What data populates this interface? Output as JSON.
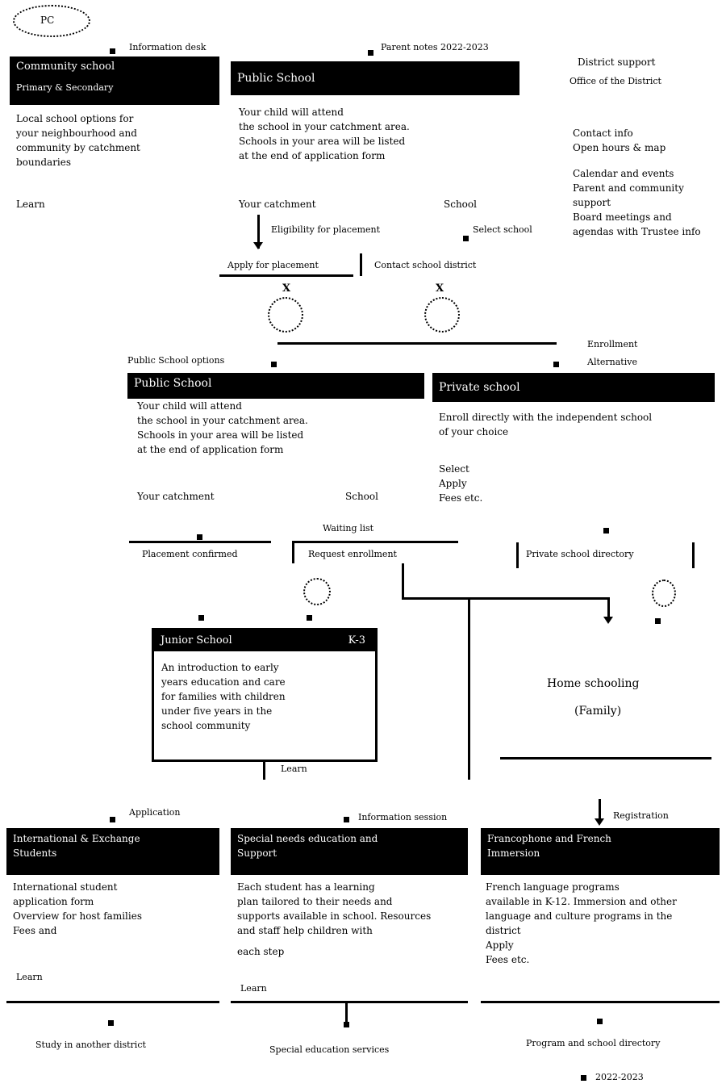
{
  "logo": {
    "text": "PC"
  },
  "top_notes": {
    "left": "Information desk",
    "right": "Parent notes 2022-2023"
  },
  "left_panel": {
    "header": "Community school",
    "subheader": "Primary & Secondary",
    "body": [
      "Local school options for",
      "your neighbourhood and",
      "community by catchment",
      "boundaries"
    ],
    "footer": "Learn"
  },
  "top_center": {
    "header": "Public School",
    "body": [
      "Your child will attend",
      "the school in your catchment area.",
      "Schools in your area will be listed",
      "at the end of application form"
    ],
    "left_label": "Your catchment",
    "right_label": "School",
    "arrow_label": "Eligibility for placement",
    "side_label": "Select school",
    "bar_left": "Apply for placement",
    "bar_right": "Contact school district"
  },
  "right_panel": {
    "title": "District support",
    "subtitle": "Office of the District",
    "lines": [
      "Contact info",
      "Open hours & map",
      "Calendar and events",
      "Parent and community",
      "support",
      "Board meetings and",
      "agendas with Trustee info"
    ]
  },
  "mid_row": {
    "left_caption": "Public School options",
    "right_caption": "Enrollment",
    "right_caption2": "Alternative",
    "left_box": {
      "header": "Public School",
      "body": [
        "Your child will attend",
        "the school in your catchment area.",
        "Schools in your area will be listed",
        "at the end of application form"
      ],
      "left_label": "Your catchment",
      "right_label": "School"
    },
    "right_box": {
      "header": "Private school",
      "body": [
        "Enroll directly with the independent school",
        "of your choice"
      ],
      "items": [
        "Select",
        "Apply",
        "Fees etc."
      ]
    },
    "bar_left": "Placement confirmed",
    "bar_center": "Request enrollment",
    "bar_center_label": "Waiting list",
    "bar_right": "Private school directory"
  },
  "center_box": {
    "header": "Junior School",
    "header_right": "K-3",
    "body": [
      "An introduction to early",
      "years education and care",
      "for families with children",
      "under five years in the",
      "school community"
    ],
    "footer": "Learn"
  },
  "right_center": {
    "line1": "Home schooling",
    "line2": "(Family)"
  },
  "bottom_row": [
    {
      "top_label": "Application",
      "header": [
        "International & Exchange",
        "Students"
      ],
      "body": [
        "International student",
        "application form",
        "Overview for host families",
        "Fees and"
      ],
      "footer": "Learn",
      "caption": "Study in another district"
    },
    {
      "top_label": "Information session",
      "header": [
        "Special needs education and",
        "Support"
      ],
      "body": [
        "Each student has a learning",
        "plan tailored to their needs and",
        "supports available in school. Resources",
        "and staff help children with",
        "each step"
      ],
      "footer": "Learn",
      "caption": "Special education services"
    },
    {
      "top_label": "Registration",
      "header": [
        "Francophone and French",
        "Immersion"
      ],
      "body": [
        "French language programs",
        "available in K-12. Immersion and other",
        "language and culture programs in the",
        "district"
      ],
      "items": [
        "Apply",
        "Fees etc."
      ],
      "caption": "Program and school directory"
    }
  ],
  "footer": {
    "text": "2022-2023"
  }
}
